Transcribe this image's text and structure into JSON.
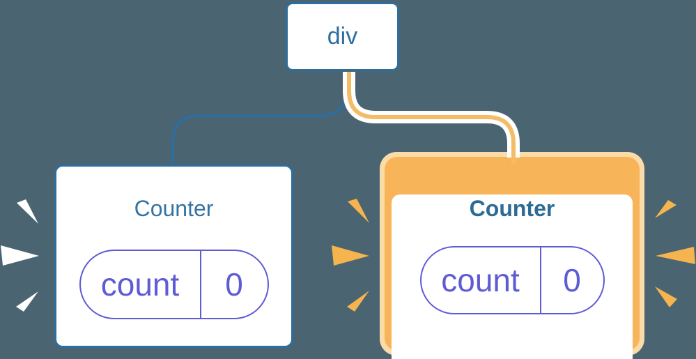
{
  "background": "#4A6471",
  "root": {
    "label": "div"
  },
  "counters": [
    {
      "title": "Counter",
      "state": {
        "key": "count",
        "value": "0"
      },
      "highlighted": false
    },
    {
      "title": "Counter",
      "state": {
        "key": "count",
        "value": "0"
      },
      "highlighted": true
    }
  ],
  "colors": {
    "background": "#4A6471",
    "node_border_blue": "#2F6D9D",
    "node_text_blue": "#2F6D9D",
    "edge_blue": "#2F6D9D",
    "edge_orange": "#F5BC68",
    "edge_casing_white": "#FFFFFF",
    "highlight_border_orange": "#F8B459",
    "highlight_glow_pale_orange": "#FBDCA9",
    "state_purple": "#5E5BD5",
    "title_left_blue": "#3573A1",
    "title_right_blue": "#2B6B94",
    "ray_white": "#FFFFFF",
    "ray_orange": "#F6B44E"
  }
}
